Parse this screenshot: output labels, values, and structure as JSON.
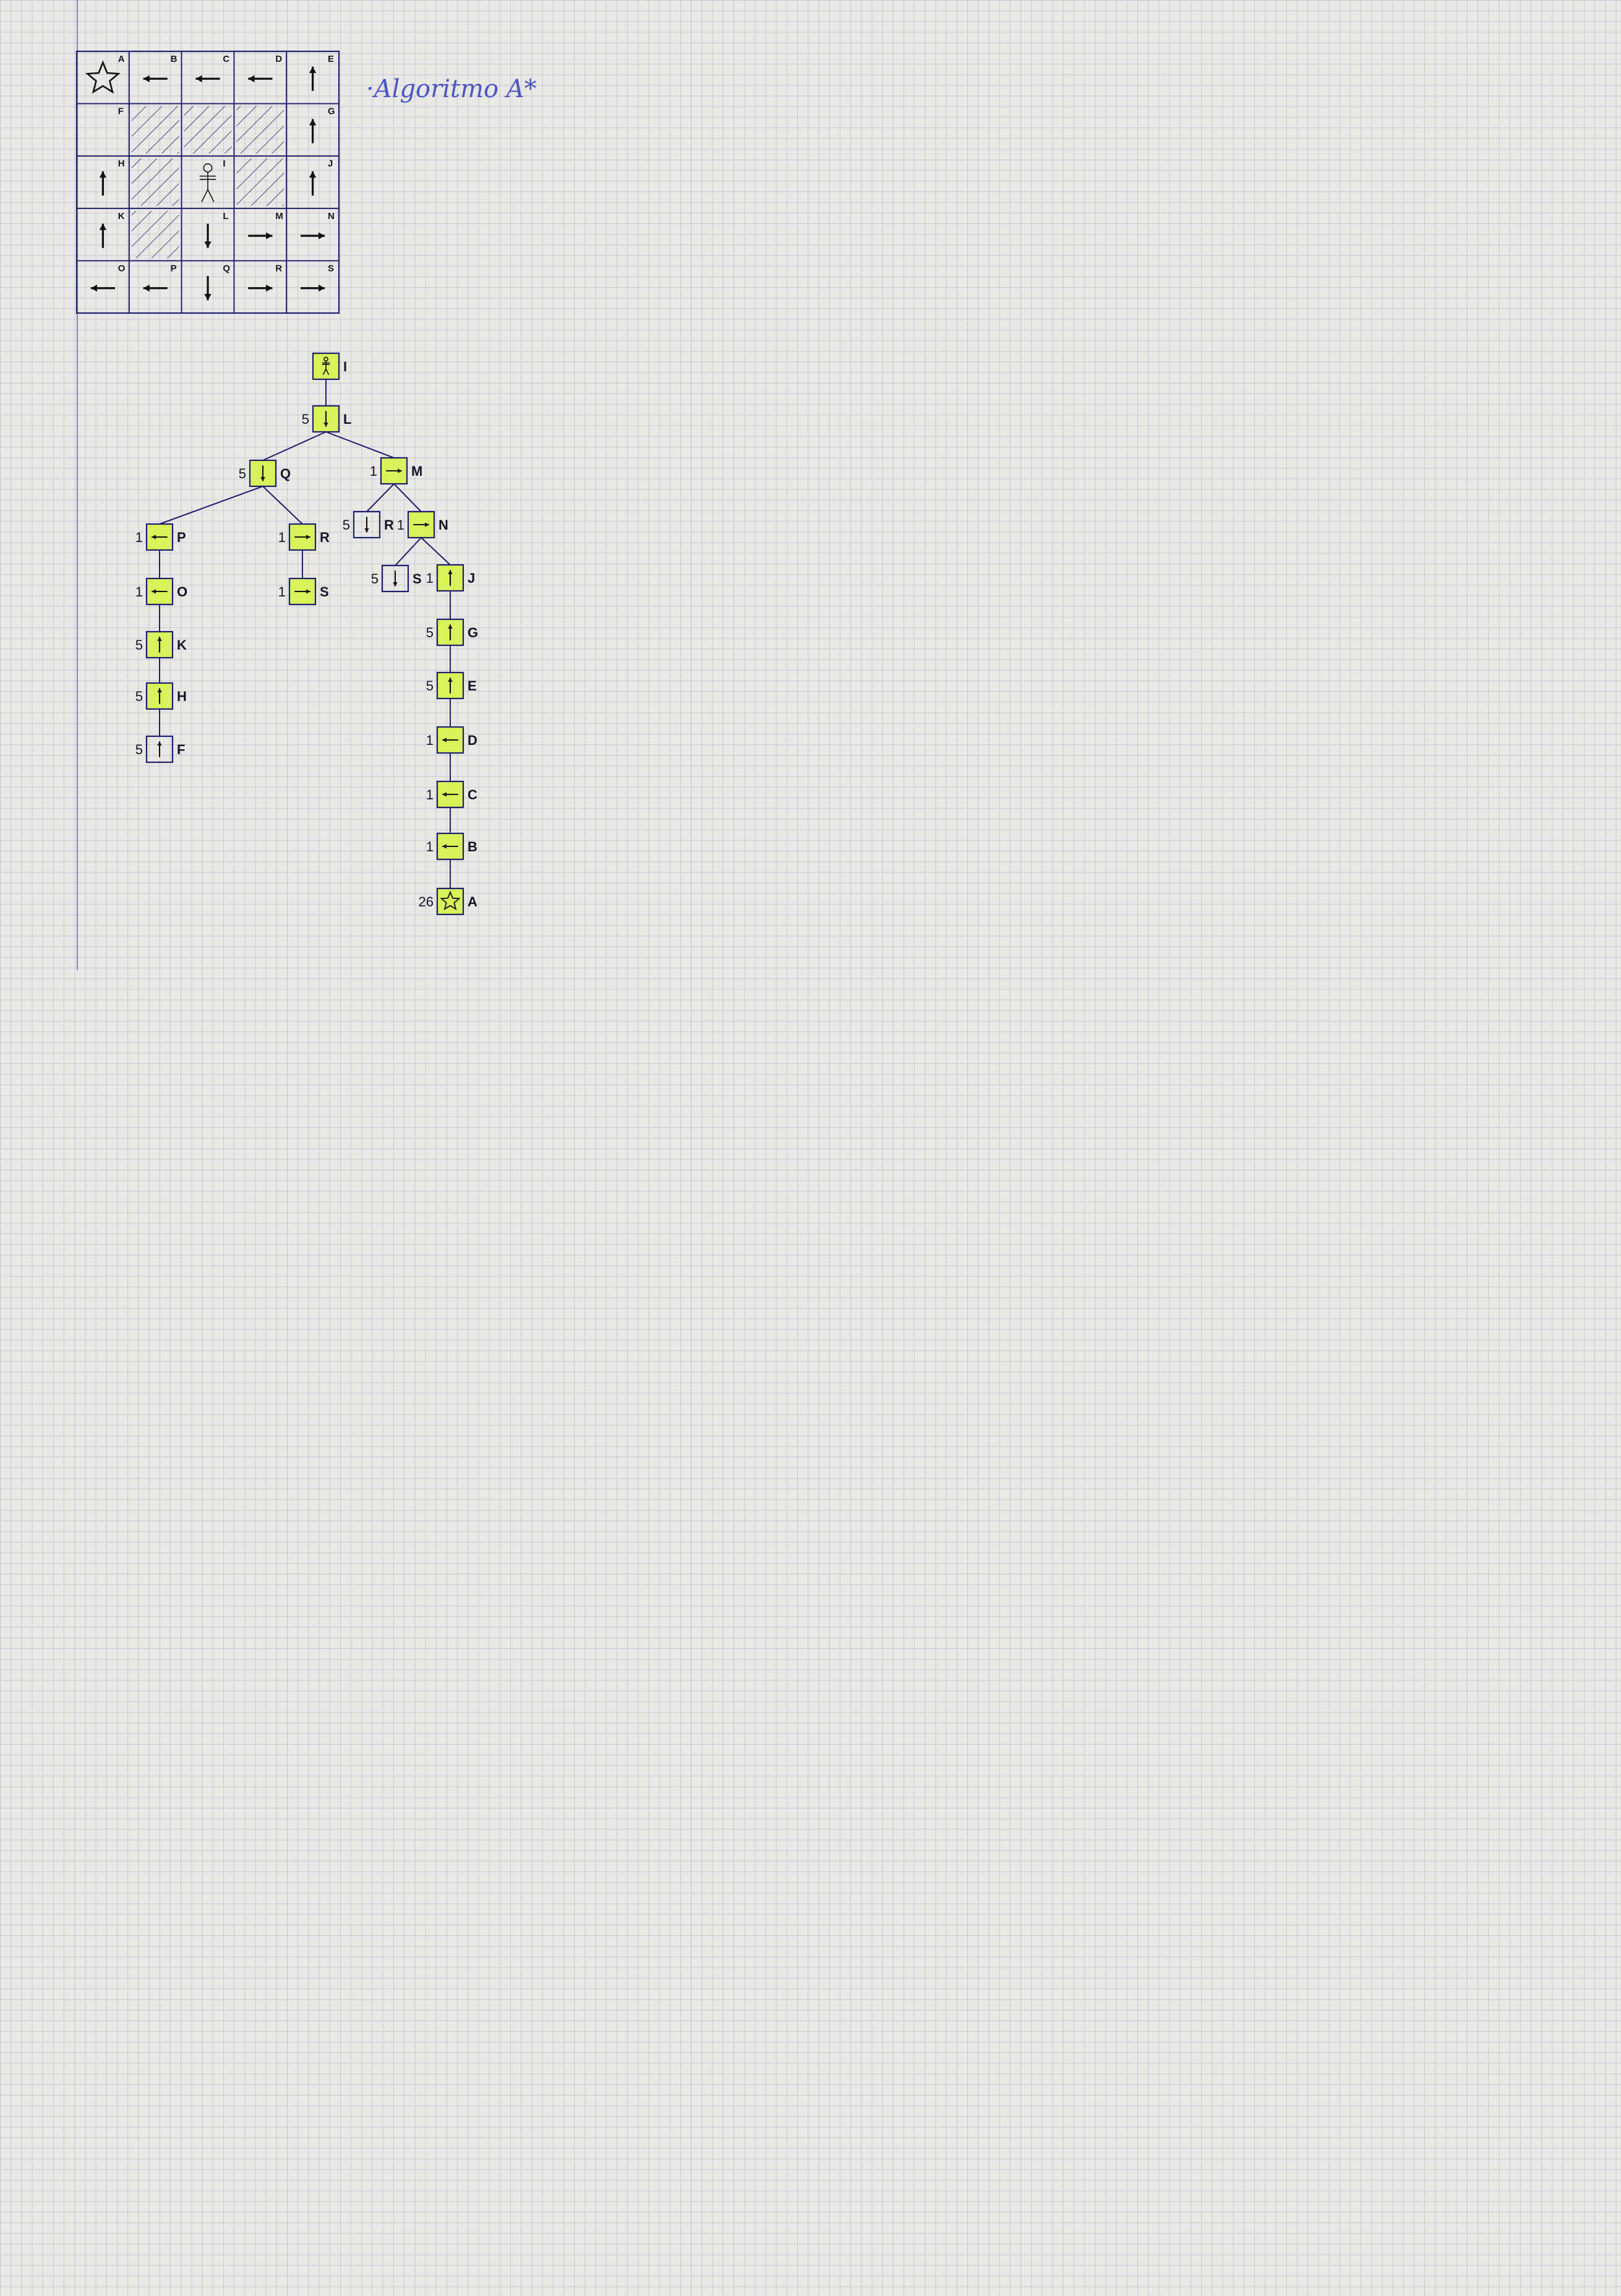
{
  "title": "·Algoritmo A*",
  "grid": {
    "cells": [
      {
        "id": "A",
        "dir": "star"
      },
      {
        "id": "B",
        "dir": "left"
      },
      {
        "id": "C",
        "dir": "left"
      },
      {
        "id": "D",
        "dir": "left"
      },
      {
        "id": "E",
        "dir": "up"
      },
      {
        "id": "F",
        "dir": "none"
      },
      {
        "id": "",
        "dir": "wall"
      },
      {
        "id": "",
        "dir": "wall"
      },
      {
        "id": "",
        "dir": "wall"
      },
      {
        "id": "G",
        "dir": "up"
      },
      {
        "id": "H",
        "dir": "up"
      },
      {
        "id": "",
        "dir": "wall"
      },
      {
        "id": "I",
        "dir": "person"
      },
      {
        "id": "",
        "dir": "wall"
      },
      {
        "id": "J",
        "dir": "up"
      },
      {
        "id": "K",
        "dir": "up"
      },
      {
        "id": "",
        "dir": "wall"
      },
      {
        "id": "L",
        "dir": "down"
      },
      {
        "id": "M",
        "dir": "right"
      },
      {
        "id": "N",
        "dir": "right"
      },
      {
        "id": "O",
        "dir": "left"
      },
      {
        "id": "P",
        "dir": "left"
      },
      {
        "id": "Q",
        "dir": "down"
      },
      {
        "id": "R",
        "dir": "right"
      },
      {
        "id": "S",
        "dir": "right"
      }
    ]
  },
  "tree": {
    "nodes": [
      {
        "key": "I",
        "label": "I",
        "cost": "",
        "icon": "person",
        "highlight": true
      },
      {
        "key": "L",
        "label": "L",
        "cost": "5",
        "icon": "down",
        "highlight": true
      },
      {
        "key": "Q",
        "label": "Q",
        "cost": "5",
        "icon": "down",
        "highlight": true
      },
      {
        "key": "M",
        "label": "M",
        "cost": "1",
        "icon": "right",
        "highlight": true
      },
      {
        "key": "P",
        "label": "P",
        "cost": "1",
        "icon": "left",
        "highlight": true
      },
      {
        "key": "R1",
        "label": "R",
        "cost": "1",
        "icon": "right",
        "highlight": true
      },
      {
        "key": "R2",
        "label": "R",
        "cost": "5",
        "icon": "down",
        "highlight": false
      },
      {
        "key": "N",
        "label": "N",
        "cost": "1",
        "icon": "right",
        "highlight": true
      },
      {
        "key": "O",
        "label": "O",
        "cost": "1",
        "icon": "left",
        "highlight": true
      },
      {
        "key": "S1",
        "label": "S",
        "cost": "1",
        "icon": "right",
        "highlight": true
      },
      {
        "key": "S2",
        "label": "S",
        "cost": "5",
        "icon": "down",
        "highlight": false
      },
      {
        "key": "J",
        "label": "J",
        "cost": "1",
        "icon": "up",
        "highlight": true
      },
      {
        "key": "K",
        "label": "K",
        "cost": "5",
        "icon": "up",
        "highlight": true
      },
      {
        "key": "G",
        "label": "G",
        "cost": "5",
        "icon": "up",
        "highlight": true
      },
      {
        "key": "H",
        "label": "H",
        "cost": "5",
        "icon": "up",
        "highlight": true
      },
      {
        "key": "E",
        "label": "E",
        "cost": "5",
        "icon": "up",
        "highlight": true
      },
      {
        "key": "F",
        "label": "F",
        "cost": "5",
        "icon": "up",
        "highlight": false
      },
      {
        "key": "D",
        "label": "D",
        "cost": "1",
        "icon": "left",
        "highlight": true
      },
      {
        "key": "C",
        "label": "C",
        "cost": "1",
        "icon": "left",
        "highlight": true
      },
      {
        "key": "B",
        "label": "B",
        "cost": "1",
        "icon": "left",
        "highlight": true
      },
      {
        "key": "A",
        "label": "A",
        "cost": "26",
        "icon": "star",
        "highlight": true
      }
    ],
    "edges": [
      [
        "I",
        "L"
      ],
      [
        "L",
        "Q"
      ],
      [
        "L",
        "M"
      ],
      [
        "Q",
        "P"
      ],
      [
        "Q",
        "R1"
      ],
      [
        "M",
        "R2"
      ],
      [
        "M",
        "N"
      ],
      [
        "P",
        "O"
      ],
      [
        "O",
        "K"
      ],
      [
        "K",
        "H"
      ],
      [
        "H",
        "F"
      ],
      [
        "R1",
        "S1"
      ],
      [
        "N",
        "S2"
      ],
      [
        "N",
        "J"
      ],
      [
        "J",
        "G"
      ],
      [
        "G",
        "E"
      ],
      [
        "E",
        "D"
      ],
      [
        "D",
        "C"
      ],
      [
        "C",
        "B"
      ],
      [
        "B",
        "A"
      ]
    ]
  },
  "colors": {
    "ink": "#1e1e6e",
    "highlight": "#d8f25a",
    "paper": "#e9e8e4",
    "title": "#4a56c4"
  }
}
